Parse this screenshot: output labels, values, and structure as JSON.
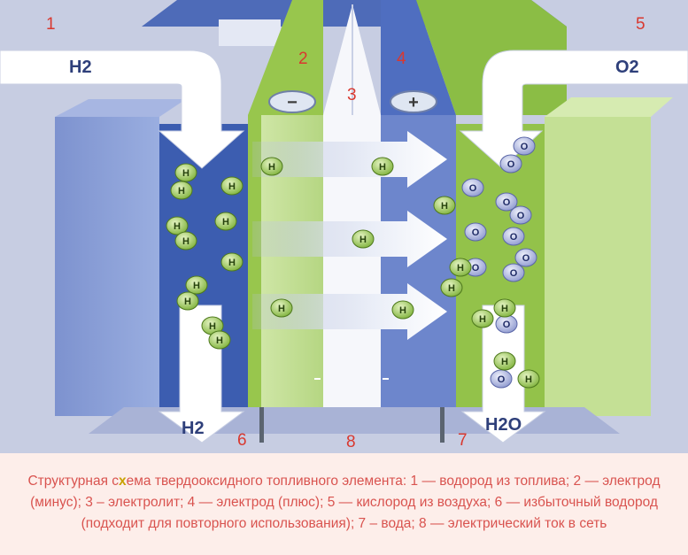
{
  "labels": {
    "n1": "1",
    "n2": "2",
    "n3": "3",
    "n4": "4",
    "n5": "5",
    "n6": "6",
    "n7": "7",
    "n8": "8"
  },
  "gases": {
    "h2_in": "H2",
    "o2_in": "O2",
    "h2_out": "H2",
    "h2o_out": "H2O"
  },
  "particles": {
    "hydrogen": "H",
    "oxygen": "O",
    "minus": "−",
    "plus": "+"
  },
  "caption": {
    "part1": "Структурная с",
    "mark": "х",
    "part2": "ема твердооксидного топливного элемента: 1 — водород из топлива; 2 — электрод (минус); 3 – электролит; 4 — электрод (плюс); 5 — кислород из воздуха; 6 — избыточный водород (подходит для повторного использования); 7 – вода; 8 — электрический ток в сеть"
  },
  "colors": {
    "background": "#c7cde2",
    "anode_blue": "#3c5db0",
    "electrode_green": "#93c24a",
    "label_red": "#d9382f",
    "caption_red": "#d9534f"
  }
}
